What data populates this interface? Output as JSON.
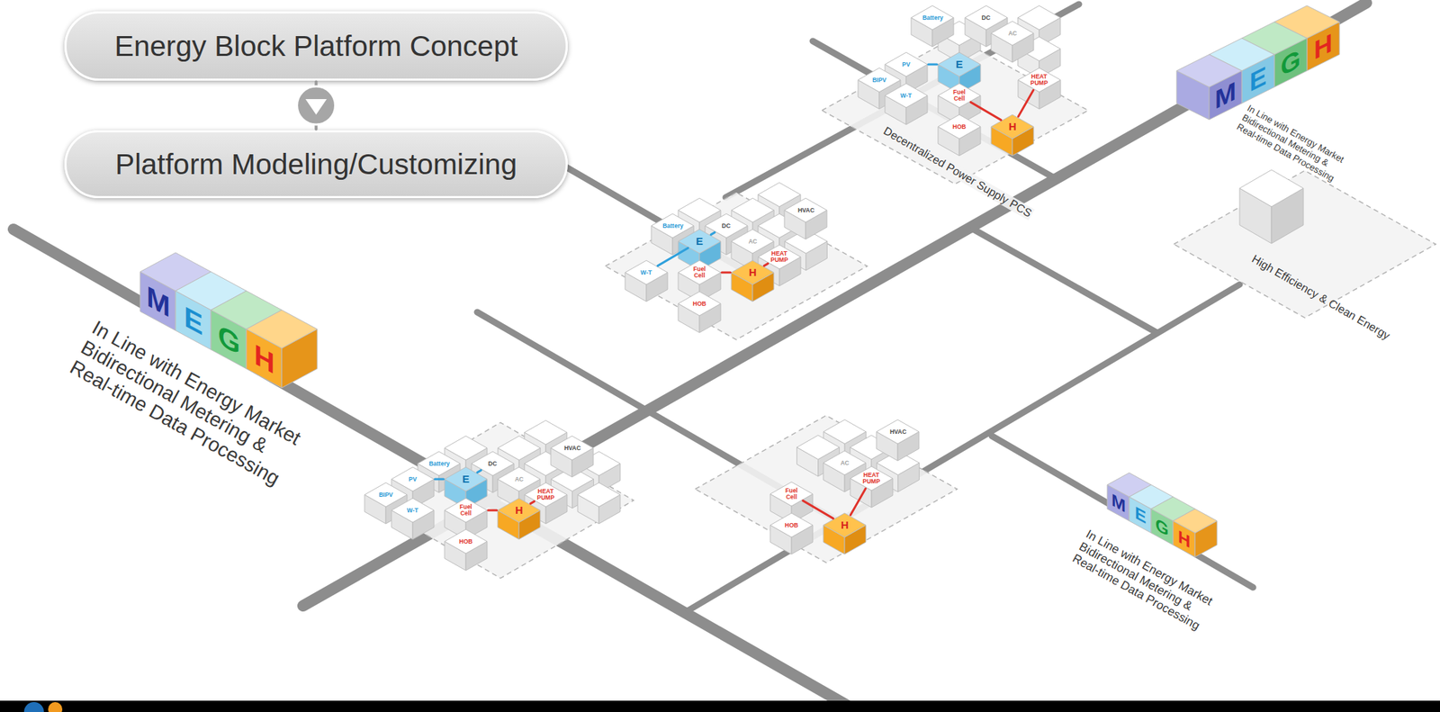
{
  "diagram": {
    "nodes": [
      {
        "text": [
          "Energy Block Platform Concept"
        ]
      },
      {
        "text": [
          "Platform Modeling/Customizing"
        ]
      },
      {
        "text": [
          "M"
        ]
      },
      {
        "text": [
          "E"
        ]
      },
      {
        "text": [
          "G"
        ]
      },
      {
        "text": [
          "H"
        ]
      },
      {
        "text": [
          "Battery"
        ]
      },
      {
        "text": [
          "DC"
        ]
      },
      {
        "text": [
          "AC"
        ]
      },
      {
        "text": [
          "PV"
        ]
      },
      {
        "text": [
          "E"
        ]
      },
      {
        "text": [
          "BIPV"
        ]
      },
      {
        "text": [
          "W-T"
        ]
      },
      {
        "text": [
          "Fuel Cell"
        ]
      },
      {
        "text": [
          "HEAT PUMP"
        ]
      },
      {
        "text": [
          "HOB"
        ]
      },
      {
        "text": [
          "H"
        ]
      },
      {
        "text": [
          "Battery"
        ]
      },
      {
        "text": [
          "DC"
        ]
      },
      {
        "text": [
          "HVAC"
        ]
      },
      {
        "text": [
          "AC"
        ]
      },
      {
        "text": [
          "E"
        ]
      },
      {
        "text": [
          "W-T"
        ]
      },
      {
        "text": [
          "Fuel Cell"
        ]
      },
      {
        "text": [
          "HEAT PUMP"
        ]
      },
      {
        "text": [
          "HOB"
        ]
      },
      {
        "text": [
          "H"
        ]
      },
      {
        "text": [
          "M"
        ]
      },
      {
        "text": [
          "E"
        ]
      },
      {
        "text": [
          "G"
        ]
      },
      {
        "text": [
          "H"
        ]
      },
      {
        "text": [
          "Battery"
        ]
      },
      {
        "text": [
          "DC"
        ]
      },
      {
        "text": [
          "HVAC"
        ]
      },
      {
        "text": [
          "PV"
        ]
      },
      {
        "text": [
          "E"
        ]
      },
      {
        "text": [
          "AC"
        ]
      },
      {
        "text": [
          "BIPV"
        ]
      },
      {
        "text": [
          "W-T"
        ]
      },
      {
        "text": [
          "Fuel Cell"
        ]
      },
      {
        "text": [
          "HEAT PUMP"
        ]
      },
      {
        "text": [
          "H"
        ]
      },
      {
        "text": [
          "HOB"
        ]
      },
      {
        "text": [
          "HVAC"
        ]
      },
      {
        "text": [
          "AC"
        ]
      },
      {
        "text": [
          "HEAT PUMP"
        ]
      },
      {
        "text": [
          "Fuel Cell"
        ]
      },
      {
        "text": [
          "HOB"
        ]
      },
      {
        "text": [
          "H"
        ]
      },
      {
        "text": [
          "M"
        ]
      },
      {
        "text": [
          "E"
        ]
      },
      {
        "text": [
          "G"
        ]
      },
      {
        "text": [
          "H"
        ]
      }
    ],
    "edges": [
      {
        "from": 0,
        "to": 1,
        "arrow": "to"
      },
      {
        "from": 10,
        "to": 9,
        "arrow": "none"
      },
      {
        "from": 16,
        "to": 13,
        "arrow": "none"
      },
      {
        "from": 16,
        "to": 14,
        "arrow": "none"
      },
      {
        "from": 21,
        "to": 22,
        "arrow": "none"
      },
      {
        "from": 21,
        "to": 18,
        "arrow": "none"
      },
      {
        "from": 26,
        "to": 23,
        "arrow": "none"
      },
      {
        "from": 26,
        "to": 24,
        "arrow": "none"
      },
      {
        "from": 35,
        "to": 34,
        "arrow": "none"
      },
      {
        "from": 35,
        "to": 32,
        "arrow": "none"
      },
      {
        "from": 41,
        "to": 39,
        "arrow": "none"
      },
      {
        "from": 41,
        "to": 40,
        "arrow": "none"
      },
      {
        "from": 48,
        "to": 46,
        "arrow": "none"
      },
      {
        "from": 48,
        "to": 45,
        "arrow": "none"
      }
    ],
    "labels": [
      "In Line with Energy Market Bidirectional Metering & Real-time Data Processing",
      "Decentralized Power Supply PCS",
      "High Efficiency & Clean Energy",
      "In Line with Energy Market Bidirectional Metering & Real-time Data Processing",
      "In Line with Energy Market Bidirectional Metering & Real-time Data Processing"
    ]
  }
}
